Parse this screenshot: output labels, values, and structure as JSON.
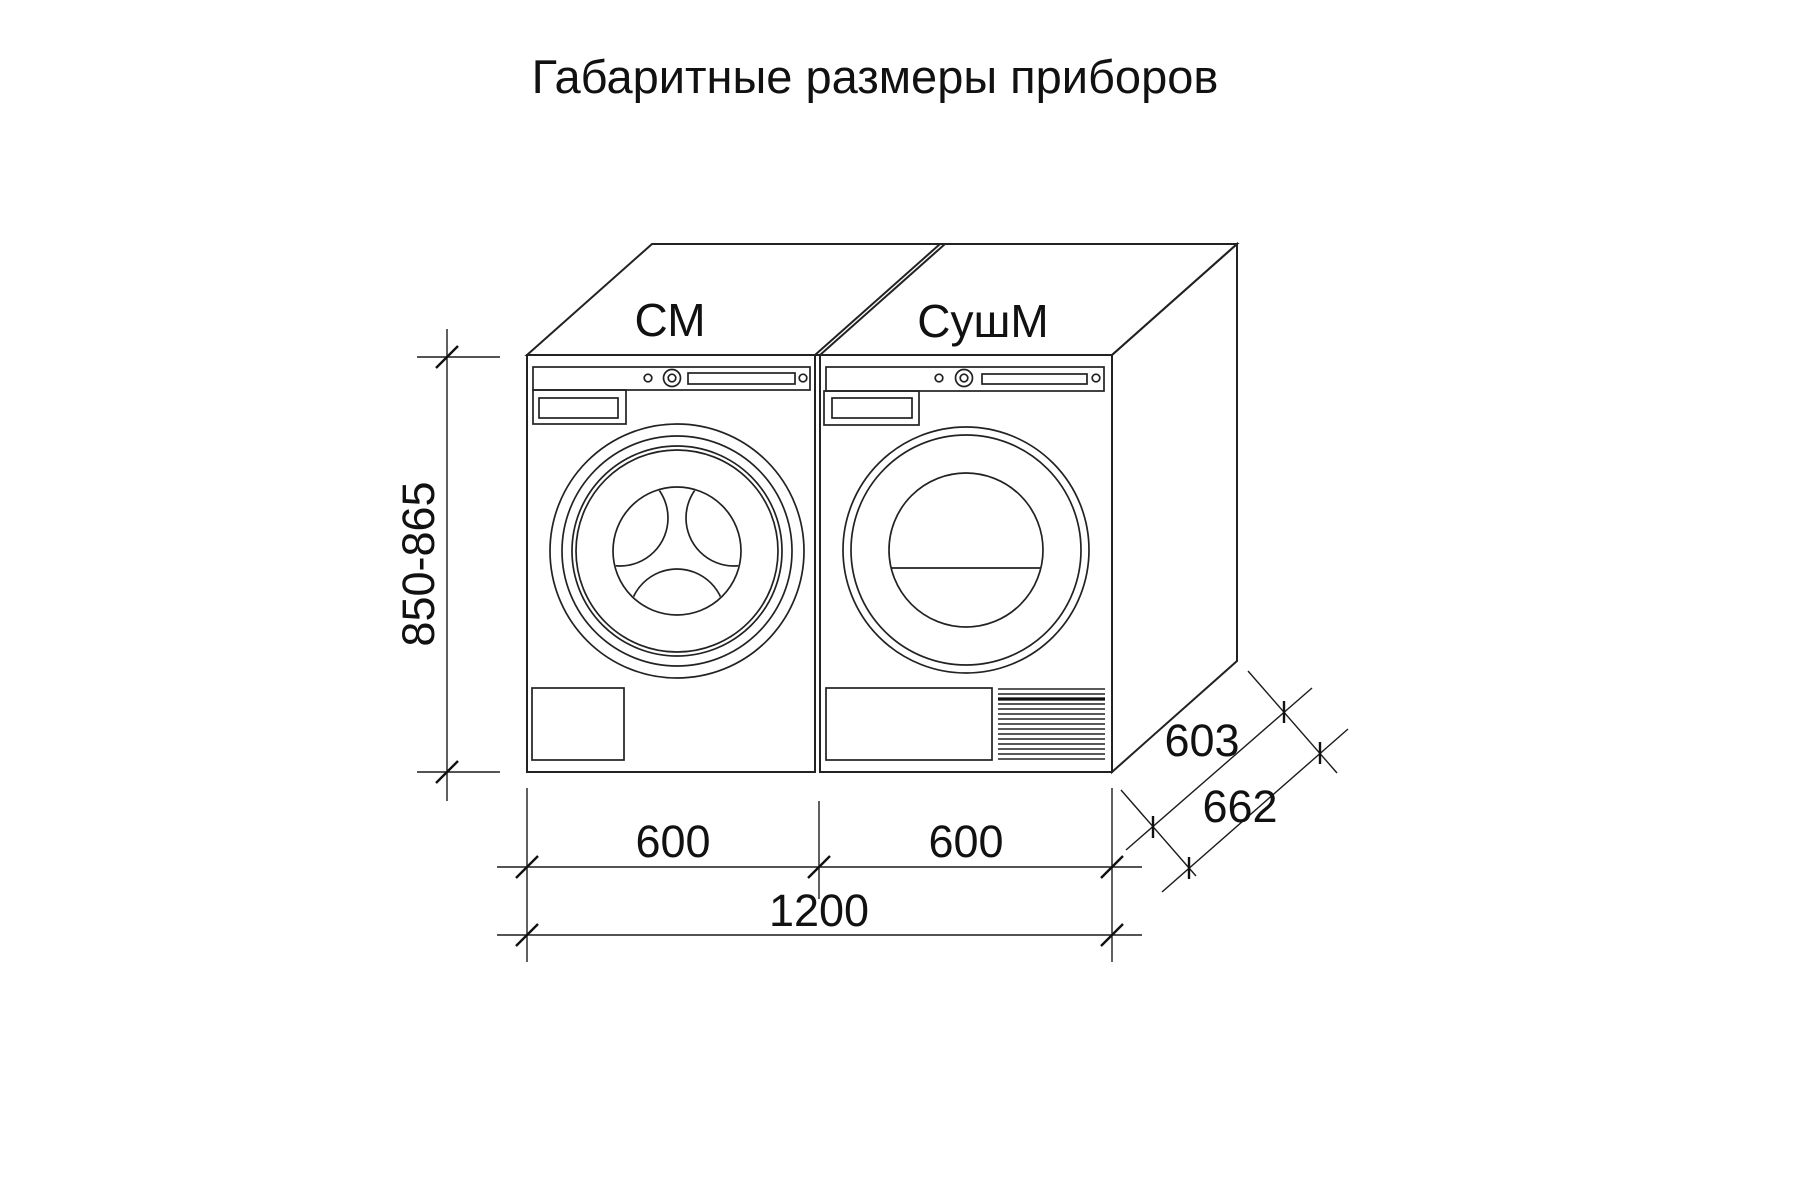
{
  "title": "Габаритные размеры приборов",
  "machines": {
    "washer_label": "СМ",
    "dryer_label": "СушМ"
  },
  "dimensions": {
    "height": "850-865",
    "width_washer": "600",
    "width_dryer": "600",
    "width_total": "1200",
    "depth_body": "603",
    "depth_total": "662"
  },
  "colors": {
    "line": "#222222",
    "text": "#111111",
    "background": "#ffffff"
  }
}
